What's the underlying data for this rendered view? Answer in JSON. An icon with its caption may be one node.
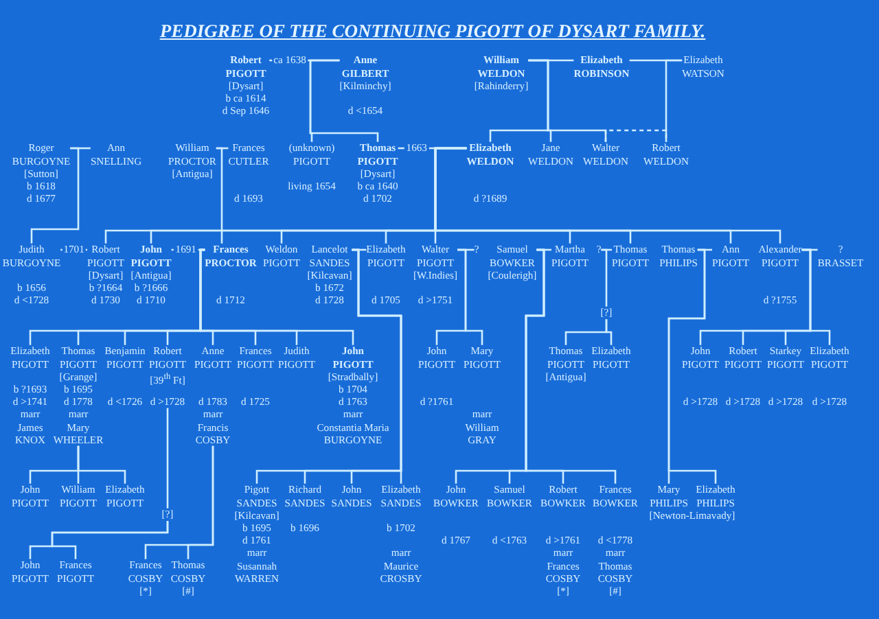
{
  "diagram": {
    "title": "PEDIGREE OF THE CONTINUING PIGOTT OF DYSART FAMILY.",
    "nodes": [
      {
        "text": [
          "Robert PIGOTT",
          "[Dysart]",
          "b ca 1614",
          "d Sep 1646"
        ]
      },
      {
        "text": [
          "Anne GILBERT",
          "[Kilminchy]",
          "d <1654"
        ]
      },
      {
        "text": [
          "William WELDON",
          "[Rahinderry]"
        ]
      },
      {
        "text": [
          "Elizabeth ROBINSON"
        ]
      },
      {
        "text": [
          "Elizabeth WATSON"
        ]
      },
      {
        "text": [
          "Roger BURGOYNE",
          "[Sutton]",
          "b 1618",
          "d 1677"
        ]
      },
      {
        "text": [
          "Ann SNELLING"
        ]
      },
      {
        "text": [
          "William PROCTOR",
          "[Antigua]"
        ]
      },
      {
        "text": [
          "Frances CUTLER",
          "d 1693"
        ]
      },
      {
        "text": [
          "(unknown) PIGOTT",
          "living 1654"
        ]
      },
      {
        "text": [
          "Thomas PIGOTT",
          "[Dysart]",
          "b ca 1640",
          "d 1702"
        ]
      },
      {
        "text": [
          "Elizabeth WELDON",
          "d ?1689"
        ]
      },
      {
        "text": [
          "Jane WELDON"
        ]
      },
      {
        "text": [
          "Walter WELDON"
        ]
      },
      {
        "text": [
          "Robert WELDON"
        ]
      },
      {
        "text": [
          "Judith BURGOYNE",
          "b 1656",
          "d <1728"
        ]
      },
      {
        "text": [
          "Robert PIGOTT",
          "[Dysart]",
          "b ?1664",
          "d 1730"
        ]
      },
      {
        "text": [
          "John PIGOTT",
          "[Antigua]",
          "b ?1666",
          "d 1710"
        ]
      },
      {
        "text": [
          "Frances PROCTOR",
          "d 1712"
        ]
      },
      {
        "text": [
          "Weldon PIGOTT"
        ]
      },
      {
        "text": [
          "Lancelot SANDES",
          "[Kilcavan]",
          "b 1672",
          "d 1728"
        ]
      },
      {
        "text": [
          "Elizabeth PIGOTT",
          "d 1705"
        ]
      },
      {
        "text": [
          "Walter PIGOTT",
          "[W.Indies]",
          "d >1751"
        ]
      },
      {
        "text": [
          "?"
        ]
      },
      {
        "text": [
          "Samuel BOWKER",
          "[Coulerigh]"
        ]
      },
      {
        "text": [
          "Martha PIGOTT"
        ]
      },
      {
        "text": [
          "?"
        ]
      },
      {
        "text": [
          "Thomas PIGOTT"
        ]
      },
      {
        "text": [
          "Thomas PHILIPS"
        ]
      },
      {
        "text": [
          "Ann PIGOTT"
        ]
      },
      {
        "text": [
          "Alexander PIGOTT",
          "d ?1755"
        ]
      },
      {
        "text": [
          "? BRASSET"
        ]
      },
      {
        "text": [
          "[?]"
        ]
      },
      {
        "text": [
          "Elizabeth PIGOTT",
          "b ?1693",
          "d >1741",
          "marr James KNOX"
        ]
      },
      {
        "text": [
          "Thomas PIGOTT",
          "[Grange]",
          "b 1695",
          "d 1778",
          "marr Mary WHEELER"
        ]
      },
      {
        "text": [
          "Benjamin PIGOTT",
          "d <1726"
        ]
      },
      {
        "text": [
          "Robert PIGOTT",
          "[39$^{th}$ Ft]",
          "d >1728"
        ]
      },
      {
        "text": [
          "Anne PIGOTT",
          "d 1783",
          "marr Francis COSBY"
        ]
      },
      {
        "text": [
          "Frances PIGOTT",
          "d 1725"
        ]
      },
      {
        "text": [
          "Judith PIGOTT"
        ]
      },
      {
        "text": [
          "John PIGOTT",
          "[Stradbally]",
          "b 1704",
          "d 1763",
          "marr Constantia Maria BURGOYNE"
        ]
      },
      {
        "text": [
          "John PIGOTT",
          "d ?1761"
        ]
      },
      {
        "text": [
          "Mary PIGOTT",
          "marr William GRAY"
        ]
      },
      {
        "text": [
          "Thomas PIGOTT",
          "[Antigua]"
        ]
      },
      {
        "text": [
          "Elizabeth PIGOTT"
        ]
      },
      {
        "text": [
          "John PIGOTT",
          "d >1728"
        ]
      },
      {
        "text": [
          "Robert PIGOTT",
          "d >1728"
        ]
      },
      {
        "text": [
          "Starkey PIGOTT",
          "d >1728"
        ]
      },
      {
        "text": [
          "Elizabeth PIGOTT",
          "d >1728"
        ]
      },
      {
        "text": [
          "John PIGOTT"
        ]
      },
      {
        "text": [
          "William PIGOTT"
        ]
      },
      {
        "text": [
          "Elizabeth PIGOTT"
        ]
      },
      {
        "text": [
          "Pigott SANDES",
          "[Kilcavan]",
          "b 1695",
          "d 1761",
          "marr Susannah WARREN"
        ]
      },
      {
        "text": [
          "Richard SANDES",
          "b 1696"
        ]
      },
      {
        "text": [
          "John SANDES"
        ]
      },
      {
        "text": [
          "Elizabeth SANDES",
          "b 1702",
          "marr Maurice CROSBY"
        ]
      },
      {
        "text": [
          "John BOWKER",
          "d 1767"
        ]
      },
      {
        "text": [
          "Samuel BOWKER",
          "d <1763"
        ]
      },
      {
        "text": [
          "Robert BOWKER",
          "d >1761",
          "marr Frances COSBY",
          "[*]"
        ]
      },
      {
        "text": [
          "Frances BOWKER",
          "d <1778",
          "marr Thomas COSBY",
          "[#]"
        ]
      },
      {
        "text": [
          "Mary PHILIPS"
        ]
      },
      {
        "text": [
          "Elizabeth PHILIPS"
        ]
      },
      {
        "text": [
          "[?]"
        ]
      },
      {
        "text": [
          "John PIGOTT"
        ]
      },
      {
        "text": [
          "Frances PIGOTT"
        ]
      },
      {
        "text": [
          "Frances COSBY",
          "[*]"
        ]
      },
      {
        "text": [
          "Thomas COSBY",
          "[#]"
        ]
      }
    ],
    "edges": [
      {
        "from": 0,
        "to": 1,
        "arrow": "none",
        "label": "ca 1638"
      },
      {
        "from": 2,
        "to": 3,
        "arrow": "none"
      },
      {
        "from": 3,
        "to": 4,
        "arrow": "none"
      },
      {
        "from": 1,
        "to": 9,
        "arrow": "none"
      },
      {
        "from": 1,
        "to": 10,
        "arrow": "none"
      },
      {
        "from": 2,
        "to": 11,
        "arrow": "none"
      },
      {
        "from": 2,
        "to": 12,
        "arrow": "none"
      },
      {
        "from": 2,
        "to": 13,
        "arrow": "none"
      },
      {
        "from": 4,
        "to": 14,
        "arrow": "none"
      },
      {
        "from": 13,
        "to": 14,
        "arrow": "none",
        "style": "dashed"
      },
      {
        "from": 5,
        "to": 6,
        "arrow": "none"
      },
      {
        "from": 7,
        "to": 8,
        "arrow": "none"
      },
      {
        "from": 10,
        "to": 11,
        "arrow": "none",
        "label": "1663"
      },
      {
        "from": 5,
        "to": 15,
        "arrow": "none"
      },
      {
        "from": 7,
        "to": 18,
        "arrow": "none"
      },
      {
        "from": 11,
        "to": 16,
        "arrow": "none"
      },
      {
        "from": 11,
        "to": 17,
        "arrow": "none"
      },
      {
        "from": 11,
        "to": 19,
        "arrow": "none"
      },
      {
        "from": 11,
        "to": 21,
        "arrow": "none"
      },
      {
        "from": 11,
        "to": 22,
        "arrow": "none"
      },
      {
        "from": 11,
        "to": 25,
        "arrow": "none"
      },
      {
        "from": 11,
        "to": 27,
        "arrow": "none"
      },
      {
        "from": 11,
        "to": 29,
        "arrow": "none"
      },
      {
        "from": 11,
        "to": 30,
        "arrow": "none"
      },
      {
        "from": 15,
        "to": 16,
        "arrow": "none",
        "label": "1701"
      },
      {
        "from": 17,
        "to": 18,
        "arrow": "none",
        "label": "1691"
      },
      {
        "from": 20,
        "to": 21,
        "arrow": "none"
      },
      {
        "from": 22,
        "to": 23,
        "arrow": "none"
      },
      {
        "from": 24,
        "to": 25,
        "arrow": "none"
      },
      {
        "from": 26,
        "to": 27,
        "arrow": "none"
      },
      {
        "from": 28,
        "to": 29,
        "arrow": "none"
      },
      {
        "from": 30,
        "to": 31,
        "arrow": "none"
      },
      {
        "from": 18,
        "to": 33,
        "arrow": "none"
      },
      {
        "from": 18,
        "to": 34,
        "arrow": "none"
      },
      {
        "from": 18,
        "to": 35,
        "arrow": "none"
      },
      {
        "from": 18,
        "to": 36,
        "arrow": "none"
      },
      {
        "from": 18,
        "to": 37,
        "arrow": "none"
      },
      {
        "from": 18,
        "to": 38,
        "arrow": "none"
      },
      {
        "from": 18,
        "to": 39,
        "arrow": "none"
      },
      {
        "from": 18,
        "to": 40,
        "arrow": "none"
      },
      {
        "from": 22,
        "to": 41,
        "arrow": "none"
      },
      {
        "from": 22,
        "to": 42,
        "arrow": "none"
      },
      {
        "from": 26,
        "to": 32,
        "arrow": "none"
      },
      {
        "from": 32,
        "to": 43,
        "arrow": "none"
      },
      {
        "from": 32,
        "to": 44,
        "arrow": "none"
      },
      {
        "from": 30,
        "to": 45,
        "arrow": "none"
      },
      {
        "from": 30,
        "to": 46,
        "arrow": "none"
      },
      {
        "from": 30,
        "to": 47,
        "arrow": "none"
      },
      {
        "from": 30,
        "to": 48,
        "arrow": "none"
      },
      {
        "from": 34,
        "to": 49,
        "arrow": "none"
      },
      {
        "from": 34,
        "to": 50,
        "arrow": "none"
      },
      {
        "from": 34,
        "to": 51,
        "arrow": "none"
      },
      {
        "from": 20,
        "to": 52,
        "arrow": "none"
      },
      {
        "from": 20,
        "to": 53,
        "arrow": "none"
      },
      {
        "from": 20,
        "to": 54,
        "arrow": "none"
      },
      {
        "from": 20,
        "to": 55,
        "arrow": "none"
      },
      {
        "from": 24,
        "to": 56,
        "arrow": "none"
      },
      {
        "from": 24,
        "to": 57,
        "arrow": "none"
      },
      {
        "from": 24,
        "to": 58,
        "arrow": "none"
      },
      {
        "from": 24,
        "to": 59,
        "arrow": "none"
      },
      {
        "from": 28,
        "to": 60,
        "arrow": "none"
      },
      {
        "from": 28,
        "to": 61,
        "arrow": "none"
      },
      {
        "from": 36,
        "to": 62,
        "arrow": "none"
      },
      {
        "from": 62,
        "to": 63,
        "arrow": "none"
      },
      {
        "from": 62,
        "to": 64,
        "arrow": "none"
      },
      {
        "from": 37,
        "to": 65,
        "arrow": "none"
      },
      {
        "from": 37,
        "to": 66,
        "arrow": "none"
      }
    ],
    "labels": [
      "[Newton-Limavady]"
    ]
  }
}
